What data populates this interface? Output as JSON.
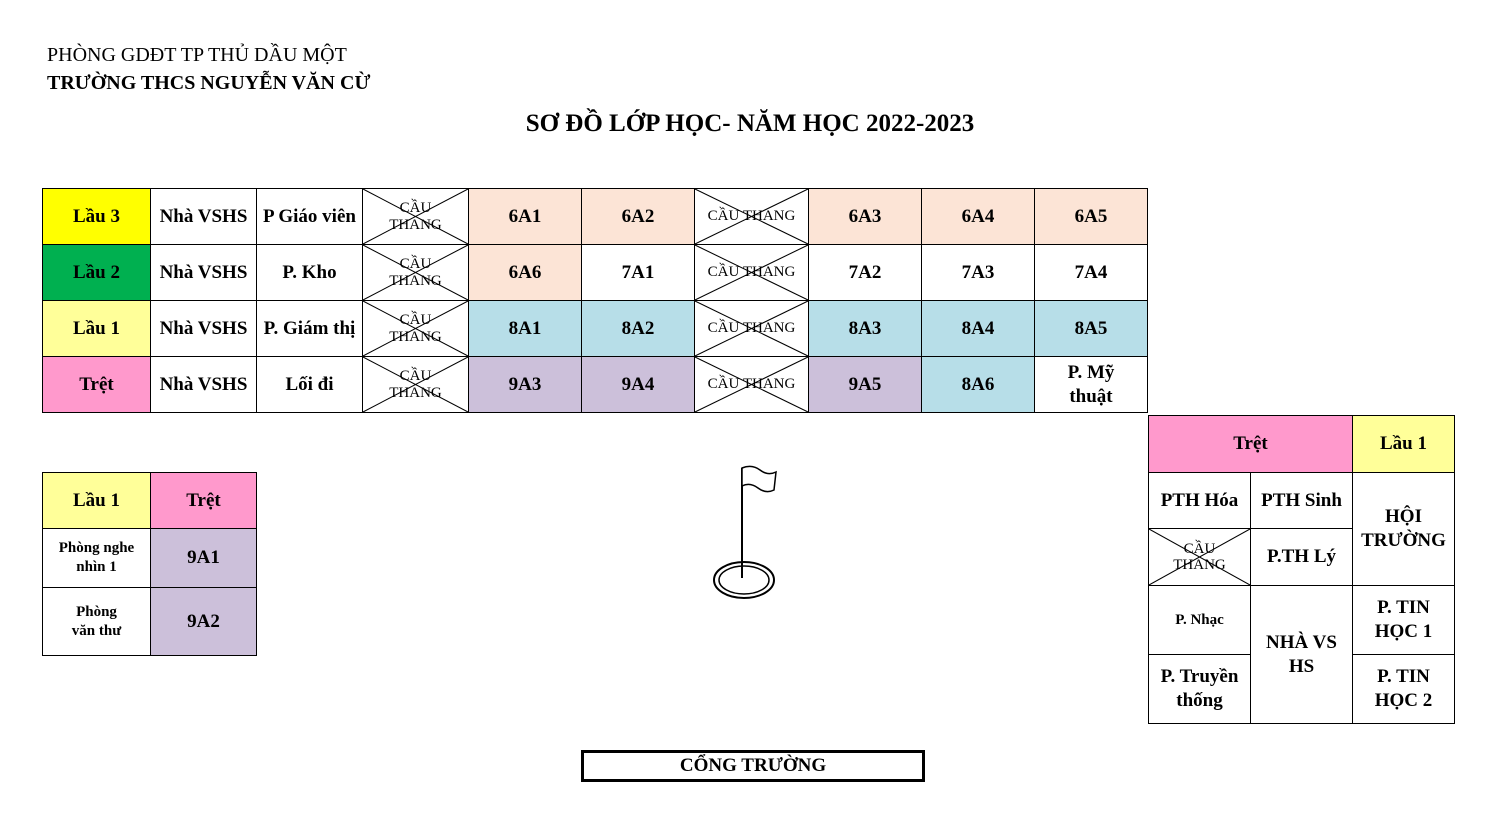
{
  "header": {
    "department": "PHÒNG GDĐT TP THỦ DẦU MỘT",
    "school": "TRƯỜNG THCS NGUYỄN VĂN CỪ",
    "title": "SƠ ĐỒ LỚP HỌC- NĂM HỌC 2022-2023"
  },
  "main_building": {
    "stairs_label_line1": "CẦU",
    "stairs_label_line2": "THANG",
    "stairs_label_inline": "CẦU THANG",
    "floors": [
      {
        "floor": "Lầu 3",
        "toilet": "Nhà VSHS",
        "room": "P Giáo viên",
        "rooms_a": [
          "6A1",
          "6A2"
        ],
        "rooms_b": [
          "6A3",
          "6A4",
          "6A5"
        ]
      },
      {
        "floor": "Lầu 2",
        "toilet": "Nhà VSHS",
        "room": "P. Kho",
        "rooms_a": [
          "6A6",
          "7A1"
        ],
        "rooms_b": [
          "7A2",
          "7A3",
          "7A4"
        ]
      },
      {
        "floor": "Lầu 1",
        "toilet": "Nhà VSHS",
        "room": "P. Giám thị",
        "rooms_a": [
          "8A1",
          "8A2"
        ],
        "rooms_b": [
          "8A3",
          "8A4",
          "8A5"
        ]
      },
      {
        "floor": "Trệt",
        "toilet": "Nhà VSHS",
        "room": "Lối đi",
        "rooms_a": [
          "9A3",
          "9A4"
        ],
        "rooms_b": [
          "9A5",
          "8A6"
        ],
        "last_line1": "P. Mỹ",
        "last_line2": "thuật"
      }
    ]
  },
  "left_building": {
    "col1": "Lầu 1",
    "col2": "Trệt",
    "row1": {
      "line1": "Phòng nghe",
      "line2": "nhìn 1",
      "room": "9A1"
    },
    "row2": {
      "line1": "Phòng",
      "line2": "văn thư",
      "room": "9A2"
    }
  },
  "right_building": {
    "ground": "Trệt",
    "floor1": "Lầu 1",
    "chem": "PTH Hóa",
    "bio": "PTH Sinh",
    "hall_line1": "HỘI",
    "hall_line2": "TRƯỜNG",
    "stairs_line1": "CẦU",
    "stairs_line2": "THANG",
    "physics": "P.TH Lý",
    "music": "P. Nhạc",
    "toilet_line1": "NHÀ VS",
    "toilet_line2": "HS",
    "it1_line1": "P. TIN",
    "it1_line2": "HỌC 1",
    "tradition_line1": "P. Truyền",
    "tradition_line2": "thống",
    "it2_line1": "P. TIN",
    "it2_line2": "HỌC 2"
  },
  "gate": "CỔNG TRƯỜNG",
  "icons": {
    "flag": "flag-icon"
  },
  "colors": {
    "lau3": "#ffff00",
    "lau2": "#00b050",
    "lau1": "#ffff99",
    "tret": "#ff99cc",
    "grade6": "#fce4d6",
    "grade8": "#b7dee8",
    "grade9": "#ccc0da"
  }
}
